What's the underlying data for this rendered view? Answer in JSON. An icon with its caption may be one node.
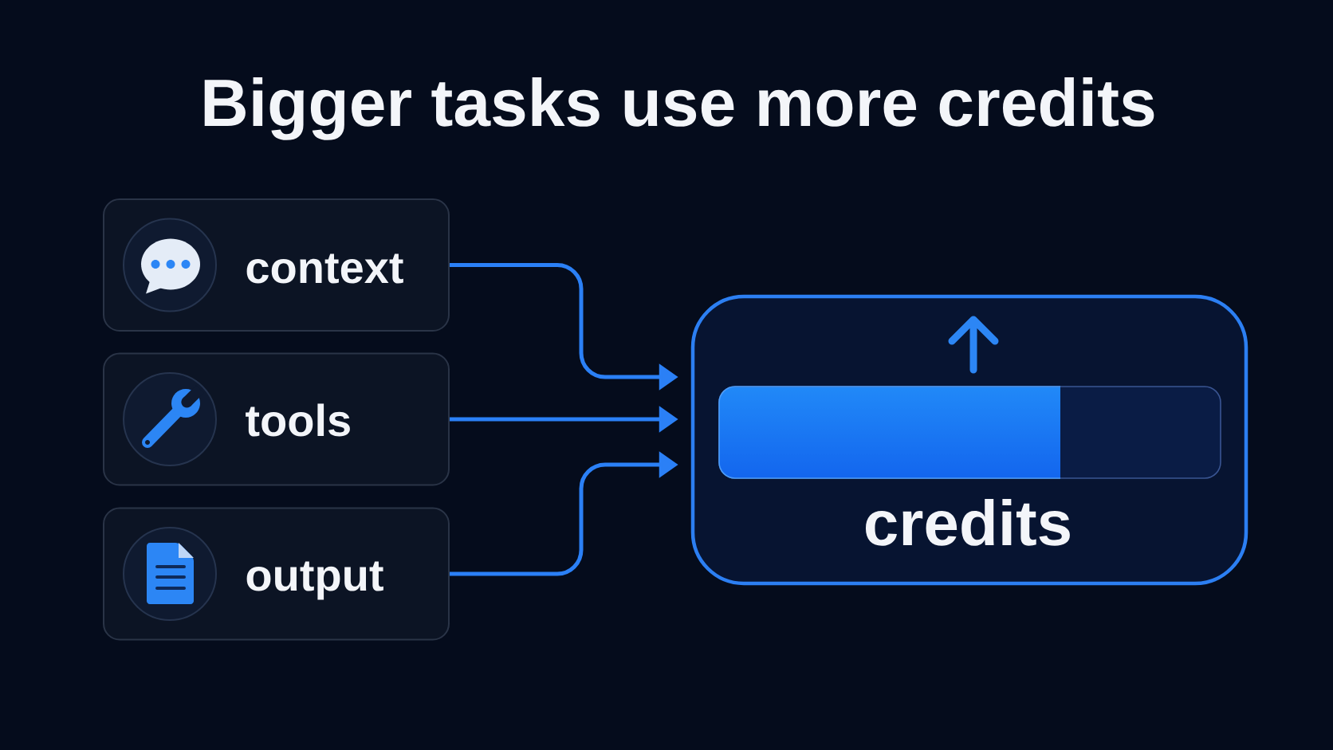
{
  "diagram": {
    "title": "Bigger tasks use more credits",
    "nodes": [
      {
        "text": [
          "context"
        ]
      },
      {
        "text": [
          "tools"
        ]
      },
      {
        "text": [
          "output"
        ]
      },
      {
        "text": [
          "credits"
        ]
      }
    ],
    "edges": [
      {
        "from": 0,
        "to": 3,
        "arrow": "to"
      },
      {
        "from": 1,
        "to": 3,
        "arrow": "to"
      },
      {
        "from": 2,
        "to": 3,
        "arrow": "to"
      }
    ]
  }
}
